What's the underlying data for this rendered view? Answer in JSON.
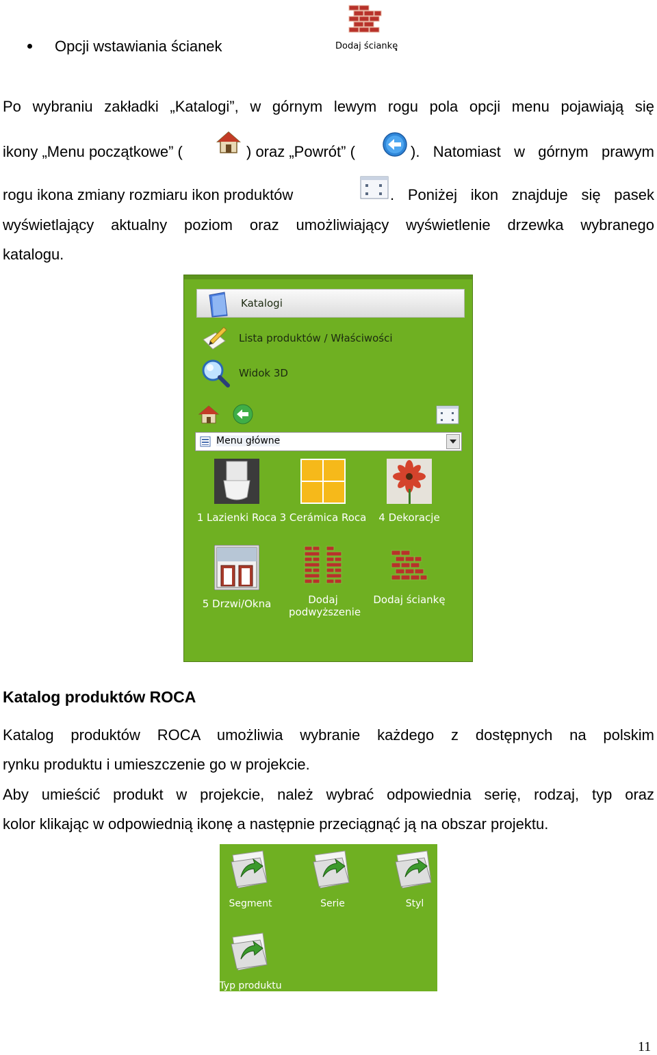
{
  "bullet": {
    "text": "Opcji wstawiania ścianek",
    "icon_label": "Dodaj ściankę",
    "trailing": "."
  },
  "para1": {
    "l1": "Po wybraniu zakładki „Katalogi”, w górnym lewym rogu pola opcji menu pojawiają się",
    "l2a": "ikony „Menu początkowe” (",
    "l2b": ") oraz „Powrót” (",
    "l2c": "). Natomiast w górnym prawym",
    "l3a": "rogu ikona zmiany rozmiaru ikon produktów",
    "l3b": ". Poniżej ikon znajduje się pasek",
    "l4": "wyświetlający aktualny poziom oraz umożliwiający wyświetlenie drzewka wybranego",
    "l5": "katalogu."
  },
  "panel": {
    "katalogi": "Katalogi",
    "lista": "Lista produktów / Właściwości",
    "widok": "Widok 3D",
    "dropdown_value": "Menu główne",
    "tiles": [
      {
        "label": "1 Lazienki Roca"
      },
      {
        "label": "3 Cerámica Roca"
      },
      {
        "label": "4 Dekoracje"
      },
      {
        "label": "5 Drzwi/Okna"
      },
      {
        "label": "Dodaj podwyższenie"
      },
      {
        "label": "Dodaj ściankę"
      }
    ]
  },
  "section": {
    "heading": "Katalog produktów ROCA",
    "p1a": "Katalog produktów ROCA umożliwia wybranie każdego z dostępnych na polskim",
    "p1b": "rynku produktu i umieszczenie go w projekcie.",
    "p2a": "Aby umieścić produkt w projekcie, należ wybrać odpowiednia serię, rodzaj, typ oraz",
    "p2b": "kolor klikając w odpowiednią ikonę a następnie przeciągnąć ją na obszar projektu."
  },
  "panel2": {
    "items": [
      "Segment",
      "Serie",
      "Styl",
      "Typ produktu"
    ]
  },
  "page_number": "11",
  "colors": {
    "panel_green": "#6fb022",
    "brick": "#b8322a"
  }
}
